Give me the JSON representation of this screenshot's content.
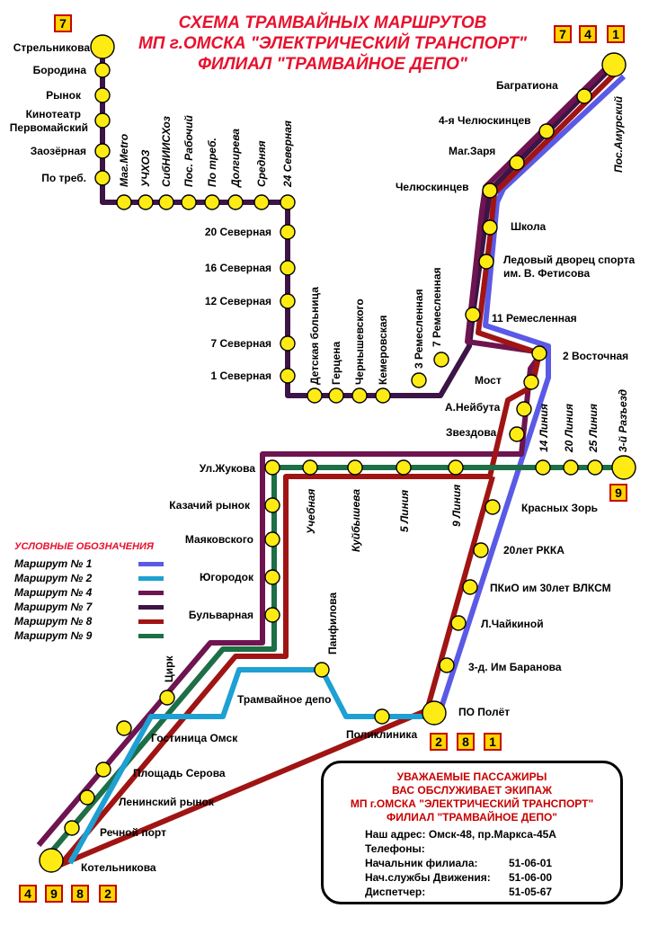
{
  "title": {
    "line1": "СХЕМА ТРАМВАЙНЫХ МАРШРУТОВ",
    "line2": "МП г.ОМСКА \"ЭЛЕКТРИЧЕСКИЙ ТРАНСПОРТ\"",
    "line3": "ФИЛИАЛ \"ТРАМВАЙНОЕ ДЕПО\""
  },
  "route_colors": {
    "r1": "#5a5ae6",
    "r2": "#1ea0d2",
    "r4": "#6e1450",
    "r7": "#3c1446",
    "r8": "#a01414",
    "r9": "#1e6e46"
  },
  "badges": {
    "strelnikova": [
      "7"
    ],
    "amursky": [
      "7",
      "4",
      "1"
    ],
    "razezd": [
      "9"
    ],
    "polet": [
      "2",
      "8",
      "1"
    ],
    "kotelnikova": [
      "4",
      "9",
      "8",
      "2"
    ]
  },
  "stations": {
    "strelnikova": "Стрельникова",
    "borodina": "Бородина",
    "rynok": "Рынок",
    "kino1": "Кинотеатр",
    "kino2": "Первомайский",
    "zaozernaya": "Заозёрная",
    "po_treb1": "По треб.",
    "mag_metro": "Маг.Metro",
    "uchkhoz": "УЧХОЗ",
    "sibniiskhoz": "СибНИИСХоз",
    "pos_rabochiy": "Пос. Рабочий",
    "po_treb2": "По треб.",
    "dolgireva": "Долгирева",
    "srednyaya": "Средняя",
    "sev24": "24 Северная",
    "sev20": "20 Северная",
    "sev16": "16 Северная",
    "sev12": "12 Северная",
    "sev7": "7 Северная",
    "sev1": "1 Северная",
    "detskaya": "Детская больница",
    "gertsena": "Герцена",
    "chernyshevskogo": "Чернышевского",
    "kemerovskaya": "Кемеровская",
    "remesl3": "3 Ремесленная",
    "remesl7": "7 Ремесленная",
    "remesl11": "11 Ремесленная",
    "bagrationa": "Багратиона",
    "chelyusk4": "4-я Челюскинцев",
    "mag_zarya": "Маг.Заря",
    "chelyuskintsev": "Челюскинцев",
    "shkola": "Школа",
    "ledovy1": "Ледовый дворец спорта",
    "ledovy2": "им. В. Фетисова",
    "pos_amursky": "Пос.Амурский",
    "vostochnaya2": "2 Восточная",
    "most": "Мост",
    "neibuta": "А.Нейбута",
    "zvezdova": "Звездова",
    "liniya14": "14 Линия",
    "liniya20": "20 Линия",
    "liniya25": "25 Линия",
    "razezd3": "3-й Разъезд",
    "zhukova": "Ул.Жукова",
    "uchebnaya": "Учебная",
    "kuibysheva": "Куйбышева",
    "liniya5": "5 Линия",
    "liniya9": "9 Линия",
    "kazachiy": "Казачий  рынок",
    "mayakovskogo": "Маяковского",
    "yugorodok": "Югородок",
    "bulvarnaya": "Бульварная",
    "krasnyh_zor": "Красных Зорь",
    "rkka": "20лет РККА",
    "pkio": "ПКиО им 30лет ВЛКСМ",
    "chaikinoy": "Л.Чайкиной",
    "baranova": "3-д. Им Баранова",
    "po_polet": "ПО Полёт",
    "poliklinika": "Поликлиника",
    "panfilova": "Панфилова",
    "depo": "Трамвайное депо",
    "tsirk": "Цирк",
    "gostinitsa": "Гостиница Омск",
    "serova": "Площадь Серова",
    "leninsky": "Ленинский рынок",
    "rechnoy": "Речной порт",
    "kotelnikova": "Котельникова"
  },
  "legend": {
    "title": "УСЛОВНЫЕ ОБОЗНАЧЕНИЯ",
    "items": [
      {
        "label": "Маршрут № 1",
        "color": "#5a5ae6"
      },
      {
        "label": "Маршрут № 2",
        "color": "#1ea0d2"
      },
      {
        "label": "Маршрут № 4",
        "color": "#6e1450"
      },
      {
        "label": "Маршрут № 7",
        "color": "#3c1446"
      },
      {
        "label": "Маршрут № 8",
        "color": "#a01414"
      },
      {
        "label": "Маршрут № 9",
        "color": "#1e6e46"
      }
    ]
  },
  "info": {
    "h1": "УВАЖАЕМЫЕ ПАССАЖИРЫ",
    "h2": "ВАС ОБСЛУЖИВАЕТ ЭКИПАЖ",
    "h3": "МП г.ОМСКА \"ЭЛЕКТРИЧЕСКИЙ ТРАНСПОРТ\"",
    "h4": "ФИЛИАЛ \"ТРАМВАЙНОЕ ДЕПО\"",
    "address": "Наш адрес: Омск-48, пр.Маркса-45А",
    "phones": "Телефоны:",
    "head_label": "Начальник филиала:",
    "head_phone": "51-06-01",
    "traffic_label": "Нач.службы Движения:",
    "traffic_phone": "51-06-00",
    "dispatcher_label": "Диспетчер:",
    "dispatcher_phone": "51-05-67"
  }
}
